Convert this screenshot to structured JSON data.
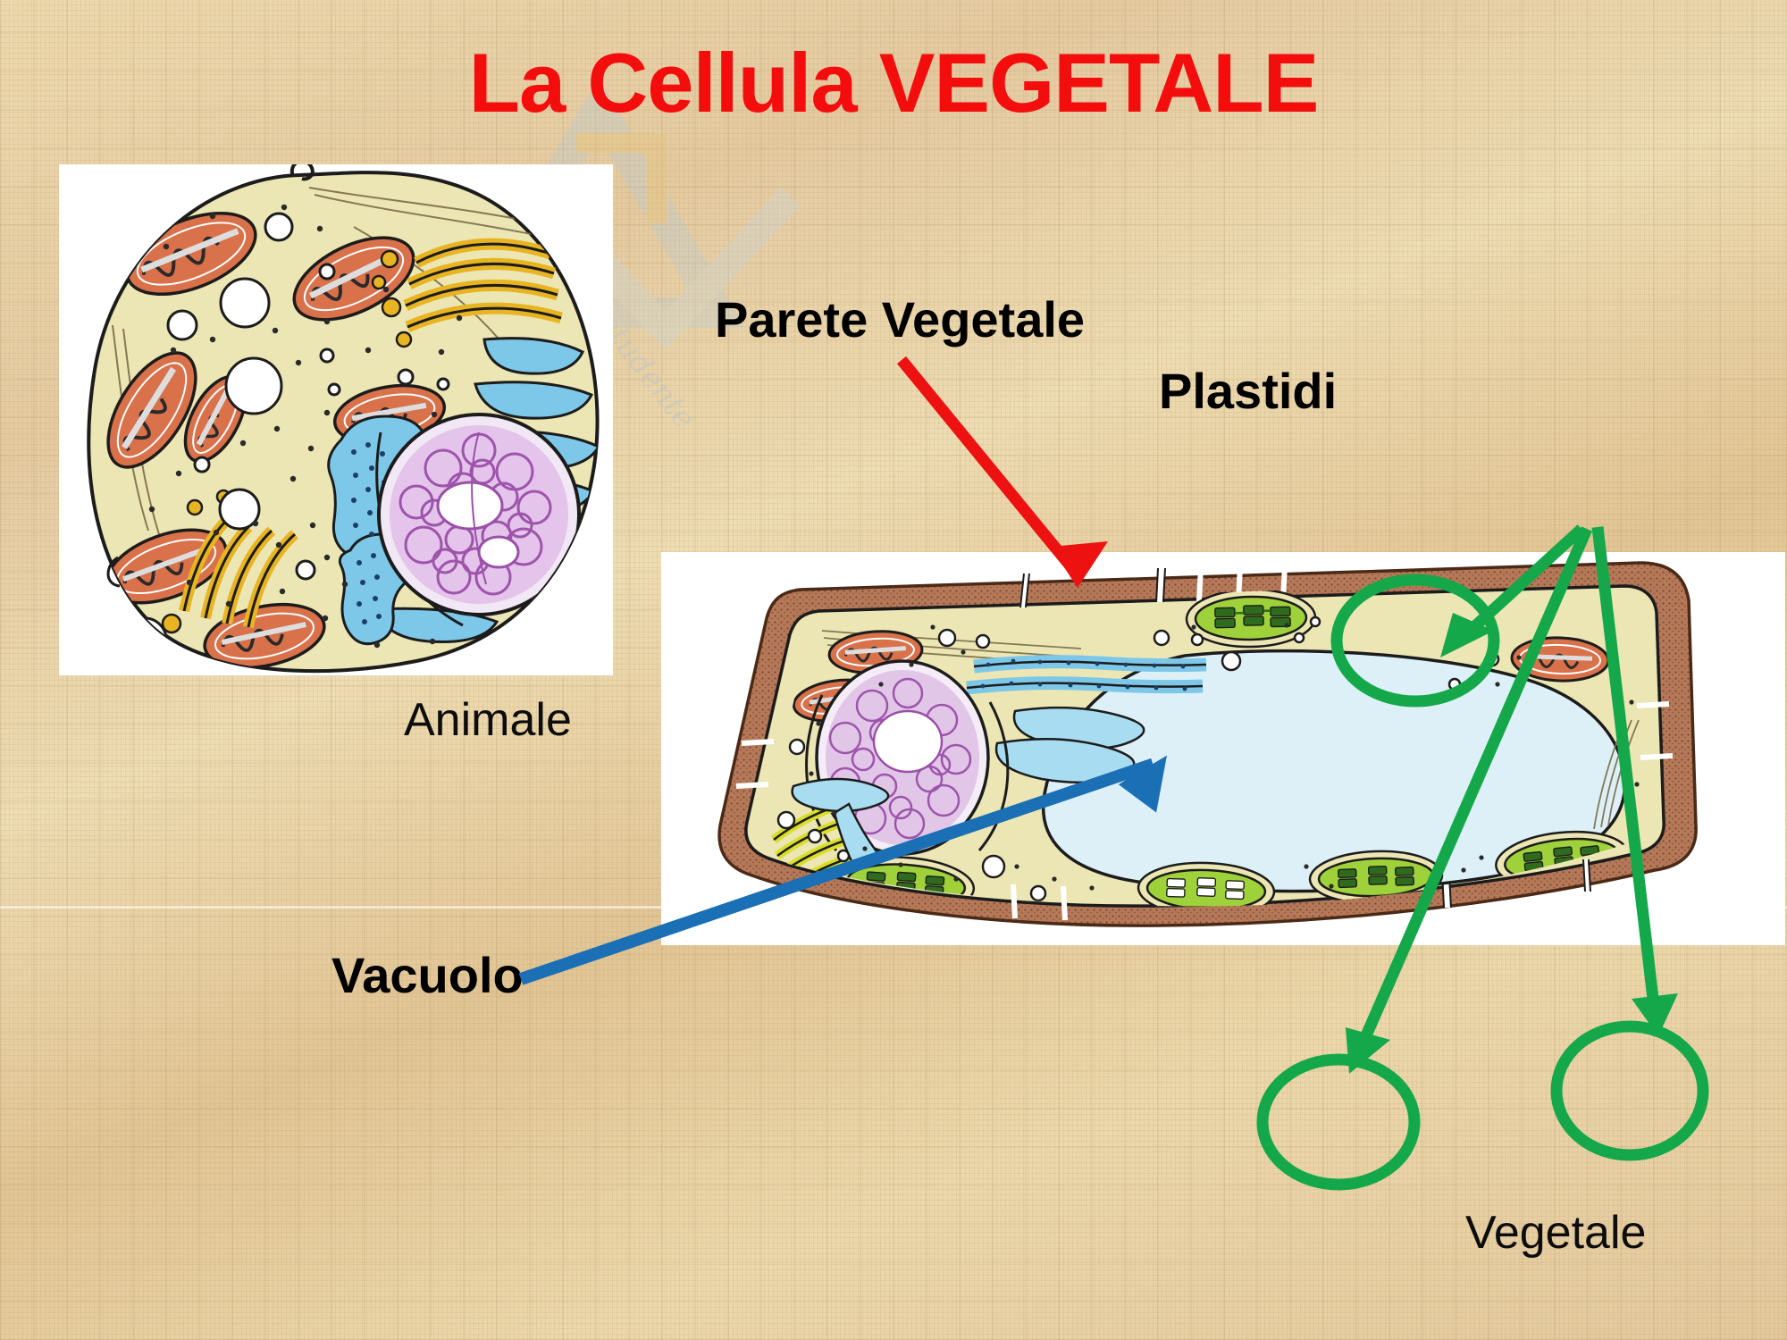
{
  "slide": {
    "title": "La Cellula VEGETALE",
    "title_color": "#f40d0d",
    "background_color": "#e9d3a2",
    "watermark_text": "dello studente"
  },
  "panels": [
    {
      "id": "animal-cell",
      "caption": "Animale",
      "diagram": "animal-cell-diagram",
      "organelles": [
        "membrana",
        "mitocondri",
        "apparato di Golgi",
        "reticolo endoplasmatico",
        "nucleo",
        "vescicole"
      ]
    },
    {
      "id": "plant-cell",
      "caption": "Vegetale",
      "diagram": "plant-cell-diagram",
      "organelles": [
        "parete vegetale",
        "mitocondri",
        "apparato di Golgi",
        "reticolo endoplasmatico",
        "nucleo",
        "vacuolo",
        "plastidi"
      ]
    }
  ],
  "annotations": [
    {
      "label": "Parete Vegetale",
      "arrow_color": "#ee1111",
      "arrow_name": "red-arrow-parete"
    },
    {
      "label": "Plastidi",
      "arrow_color": "#15a84a",
      "arrow_name": "green-arrows-plastidi"
    },
    {
      "label": "Vacuolo",
      "arrow_color": "#1a6fb5",
      "arrow_name": "blue-arrow-vacuolo"
    }
  ],
  "colors": {
    "title_red": "#f40d0d",
    "arrow_red": "#ee1111",
    "arrow_green": "#15a84a",
    "arrow_blue": "#1a6fb5",
    "cytoplasm": "#ece6b4",
    "cell_wall_brown": "#a9714a",
    "vacuole_blue": "#ddf0f7",
    "chloroplast_green": "#9ed13a",
    "mitochondria_orange": "#d9714a",
    "nucleus_purple": "#b07cc0",
    "golgi_yellow": "#e8b422",
    "er_blue": "#7dc7e8",
    "panel_background": "#ffffff"
  },
  "highlight_circles": 3
}
